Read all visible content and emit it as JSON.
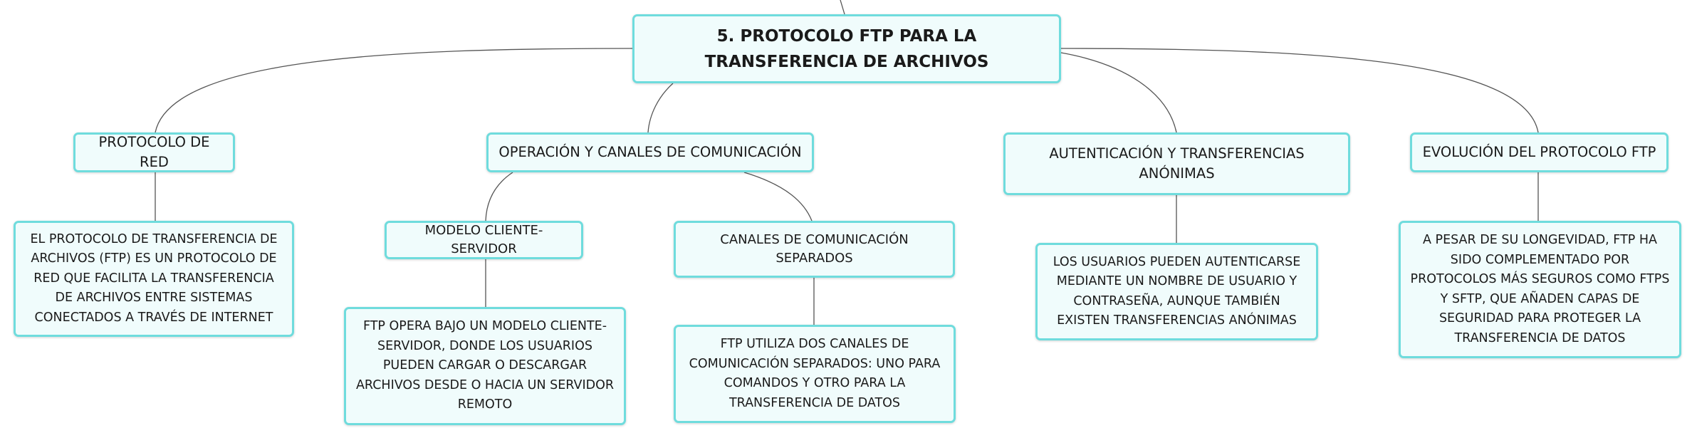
{
  "root": {
    "label": "5. PROTOCOLO FTP PARA LA TRANSFERENCIA DE ARCHIVOS"
  },
  "topics": [
    {
      "label": "PROTOCOLO DE RED",
      "detail": "EL PROTOCOLO DE TRANSFERENCIA DE ARCHIVOS (FTP) ES UN PROTOCOLO DE RED QUE FACILITA LA TRANSFERENCIA DE ARCHIVOS ENTRE SISTEMAS CONECTADOS A TRAVÉS DE INTERNET"
    },
    {
      "label": "OPERACIÓN Y CANALES DE COMUNICACIÓN",
      "subtopics": [
        {
          "label": "MODELO CLIENTE-SERVIDOR",
          "detail": "FTP OPERA BAJO UN MODELO CLIENTE-SERVIDOR, DONDE LOS USUARIOS PUEDEN CARGAR O DESCARGAR ARCHIVOS DESDE O HACIA UN SERVIDOR REMOTO"
        },
        {
          "label": "CANALES DE COMUNICACIÓN SEPARADOS",
          "detail": "FTP UTILIZA DOS CANALES DE COMUNICACIÓN SEPARADOS: UNO PARA COMANDOS Y OTRO PARA LA TRANSFERENCIA DE DATOS"
        }
      ]
    },
    {
      "label": "AUTENTICACIÓN Y TRANSFERENCIAS ANÓNIMAS",
      "detail": "LOS USUARIOS PUEDEN AUTENTICARSE MEDIANTE UN NOMBRE DE USUARIO Y CONTRASEÑA, AUNQUE TAMBIÉN EXISTEN TRANSFERENCIAS ANÓNIMAS"
    },
    {
      "label": "EVOLUCIÓN DEL PROTOCOLO FTP",
      "detail": "A PESAR DE SU LONGEVIDAD, FTP HA SIDO COMPLEMENTADO POR PROTOCOLOS MÁS SEGUROS COMO FTPS Y SFTP, QUE AÑADEN CAPAS DE SEGURIDAD PARA PROTEGER LA TRANSFERENCIA DE DATOS"
    }
  ],
  "colors": {
    "node_fill": "#f0fcfc",
    "node_border": "#6fdcdd",
    "connector": "#555555",
    "text": "#1a1a1a"
  }
}
